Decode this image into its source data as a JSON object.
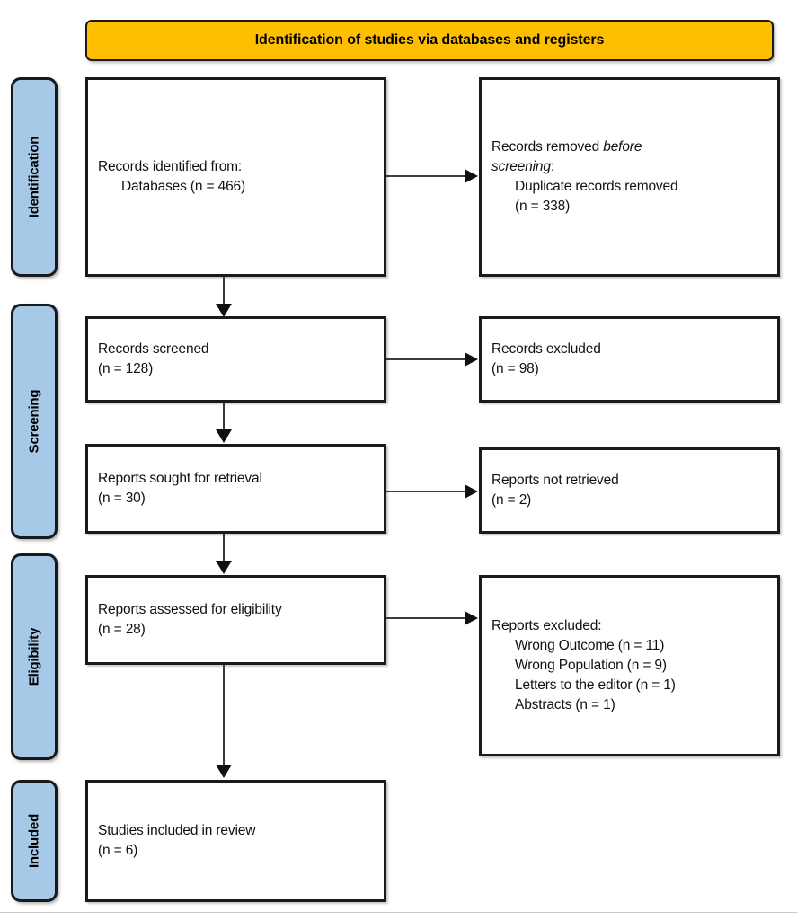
{
  "diagram": {
    "title": "Identification of studies via databases and registers",
    "colors": {
      "header_fill": "#FFBF00",
      "stage_fill": "#A6C9E8",
      "box_fill": "#FFFFFF",
      "border": "#1A1A1A",
      "connector": "#3A3A3A"
    },
    "stages": [
      {
        "label": "Identification"
      },
      {
        "label": "Screening"
      },
      {
        "label": "Eligibility"
      },
      {
        "label": "Included"
      }
    ],
    "boxes": {
      "records_identified": {
        "line1": "Records identified from:",
        "line2": "Databases (n = 466)"
      },
      "records_removed": {
        "line1_prefix": "Records removed ",
        "line1_em": "before",
        "line2_em": "screening",
        "line2_suffix": ":",
        "line3": "Duplicate records removed",
        "line4": "(n = 338)"
      },
      "records_screened": {
        "line1": "Records screened",
        "line2": "(n = 128)"
      },
      "records_excluded": {
        "line1": "Records excluded",
        "line2": "(n = 98)"
      },
      "reports_sought": {
        "line1": "Reports sought for retrieval",
        "line2": "(n = 30)"
      },
      "reports_not_retrieved": {
        "line1": "Reports not retrieved",
        "line2": "(n = 2)"
      },
      "reports_assessed": {
        "line1": "Reports assessed for eligibility",
        "line2": "(n = 28)"
      },
      "reports_excluded": {
        "line1": "Reports excluded:",
        "line2": "Wrong Outcome (n = 11)",
        "line3": "Wrong Population (n = 9)",
        "line4": "Letters to the editor (n = 1)",
        "line5": "Abstracts (n = 1)"
      },
      "studies_included": {
        "line1": "Studies included in review",
        "line2": "(n = 6)"
      }
    },
    "chart_data": {
      "type": "diagram",
      "flow": "PRISMA 2020 flow diagram",
      "counts": {
        "records_identified_databases": 466,
        "duplicate_records_removed": 338,
        "records_screened": 128,
        "records_excluded": 98,
        "reports_sought_for_retrieval": 30,
        "reports_not_retrieved": 2,
        "reports_assessed_for_eligibility": 28,
        "reports_excluded_wrong_outcome": 11,
        "reports_excluded_wrong_population": 9,
        "reports_excluded_letters_to_editor": 1,
        "reports_excluded_abstracts": 1,
        "studies_included_in_review": 6
      }
    }
  }
}
